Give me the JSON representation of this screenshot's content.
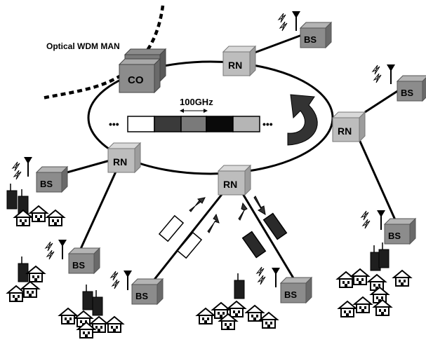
{
  "title": "Optical WDM MAN",
  "nodes": {
    "co": "CO",
    "rn": "RN",
    "bs": "BS"
  },
  "spectrum": {
    "spacing_label": "100GHz",
    "ellipsis": "•••"
  },
  "colors": {
    "box_front": "#8c8c8c",
    "box_top": "#b4b4b4",
    "box_side": "#6a6a6a",
    "rn_front": "#bdbdbd",
    "rn_top": "#d9d9d9",
    "rn_side": "#9d9d9d",
    "dark": "#2a2a2a"
  },
  "icons": [
    "radio-antenna-icon",
    "lightning-icon",
    "house-icon",
    "building-icon",
    "rotation-arrow-icon"
  ]
}
